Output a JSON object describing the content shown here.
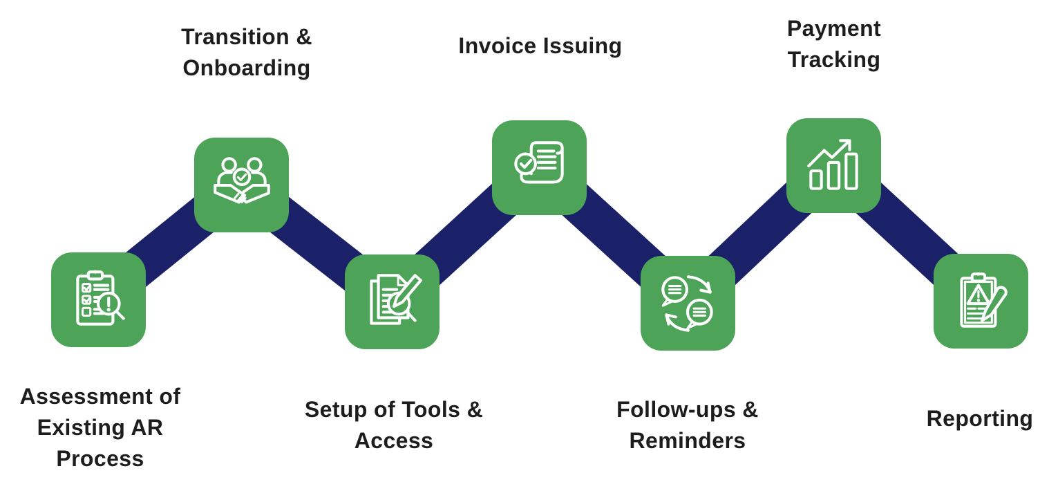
{
  "diagram": {
    "type": "zigzag-process-flow",
    "colors": {
      "card_green": "#4DA357",
      "connector_navy": "#1B2168",
      "label_text": "#1D1D1D",
      "icon_stroke": "#FFFFFF",
      "background": "#FFFFFF"
    },
    "steps": [
      {
        "order": 1,
        "label": "Assessment of Existing AR Process",
        "row": "bottom",
        "icon": "checklist-magnifier-alert-icon"
      },
      {
        "order": 2,
        "label": "Transition & Onboarding",
        "row": "top",
        "icon": "team-handshake-check-icon"
      },
      {
        "order": 3,
        "label": "Setup of Tools & Access",
        "row": "bottom",
        "icon": "document-magnifier-pencil-icon"
      },
      {
        "order": 4,
        "label": "Invoice Issuing",
        "row": "top",
        "icon": "invoice-scroll-check-icon"
      },
      {
        "order": 5,
        "label": "Follow-ups & Reminders",
        "row": "bottom",
        "icon": "chat-bubbles-sync-icon"
      },
      {
        "order": 6,
        "label": "Payment Tracking",
        "row": "top",
        "icon": "growth-bar-chart-icon"
      },
      {
        "order": 7,
        "label": "Reporting",
        "row": "bottom",
        "icon": "report-alert-pencil-icon"
      }
    ]
  }
}
